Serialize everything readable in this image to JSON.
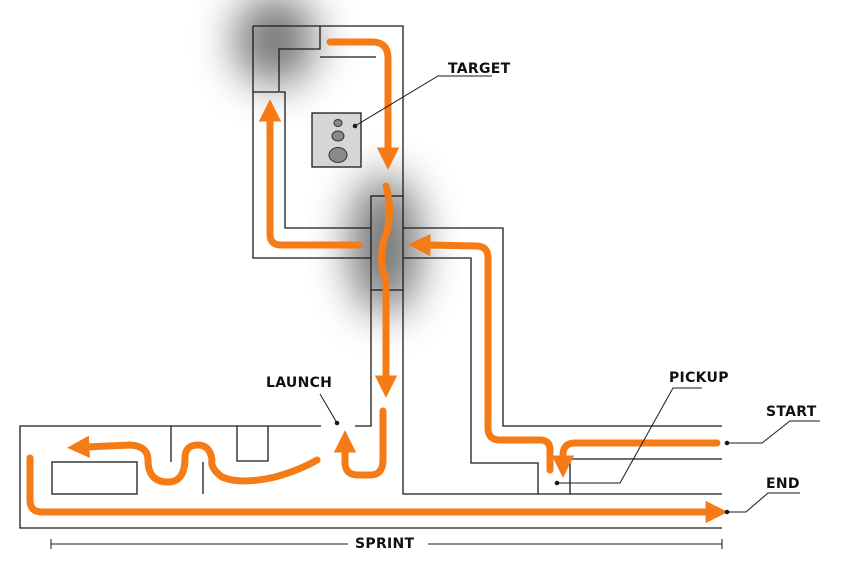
{
  "labels": {
    "target": "TARGET",
    "launch": "LAUNCH",
    "pickup": "PICKUP",
    "start": "START",
    "end": "END",
    "sprint": "SPRINT"
  },
  "colors": {
    "path": "#f47b16",
    "wall": "#1a1a1a",
    "target_fill": "#d6d6d6",
    "target_dot": "#8a8a8a",
    "shadow": "#000000"
  }
}
